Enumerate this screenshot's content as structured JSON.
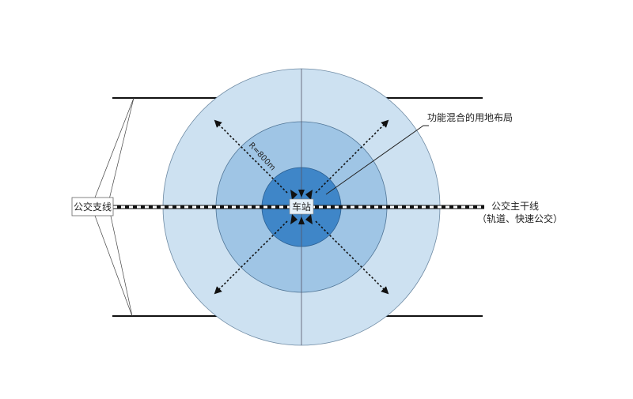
{
  "labels": {
    "station": "车站",
    "radius": "R=800m",
    "mixed_land_use": "功能混合的用地布局",
    "branch_line": "公交支线",
    "trunk_line": "公交主干线",
    "trunk_line_note": "（轨道、快速公交）"
  },
  "colors": {
    "outer_ring": "#cde1f1",
    "middle_ring": "#9fc5e5",
    "inner_core": "#3f86c8",
    "station_box": "#e6f1f9",
    "lines": "#111111"
  }
}
